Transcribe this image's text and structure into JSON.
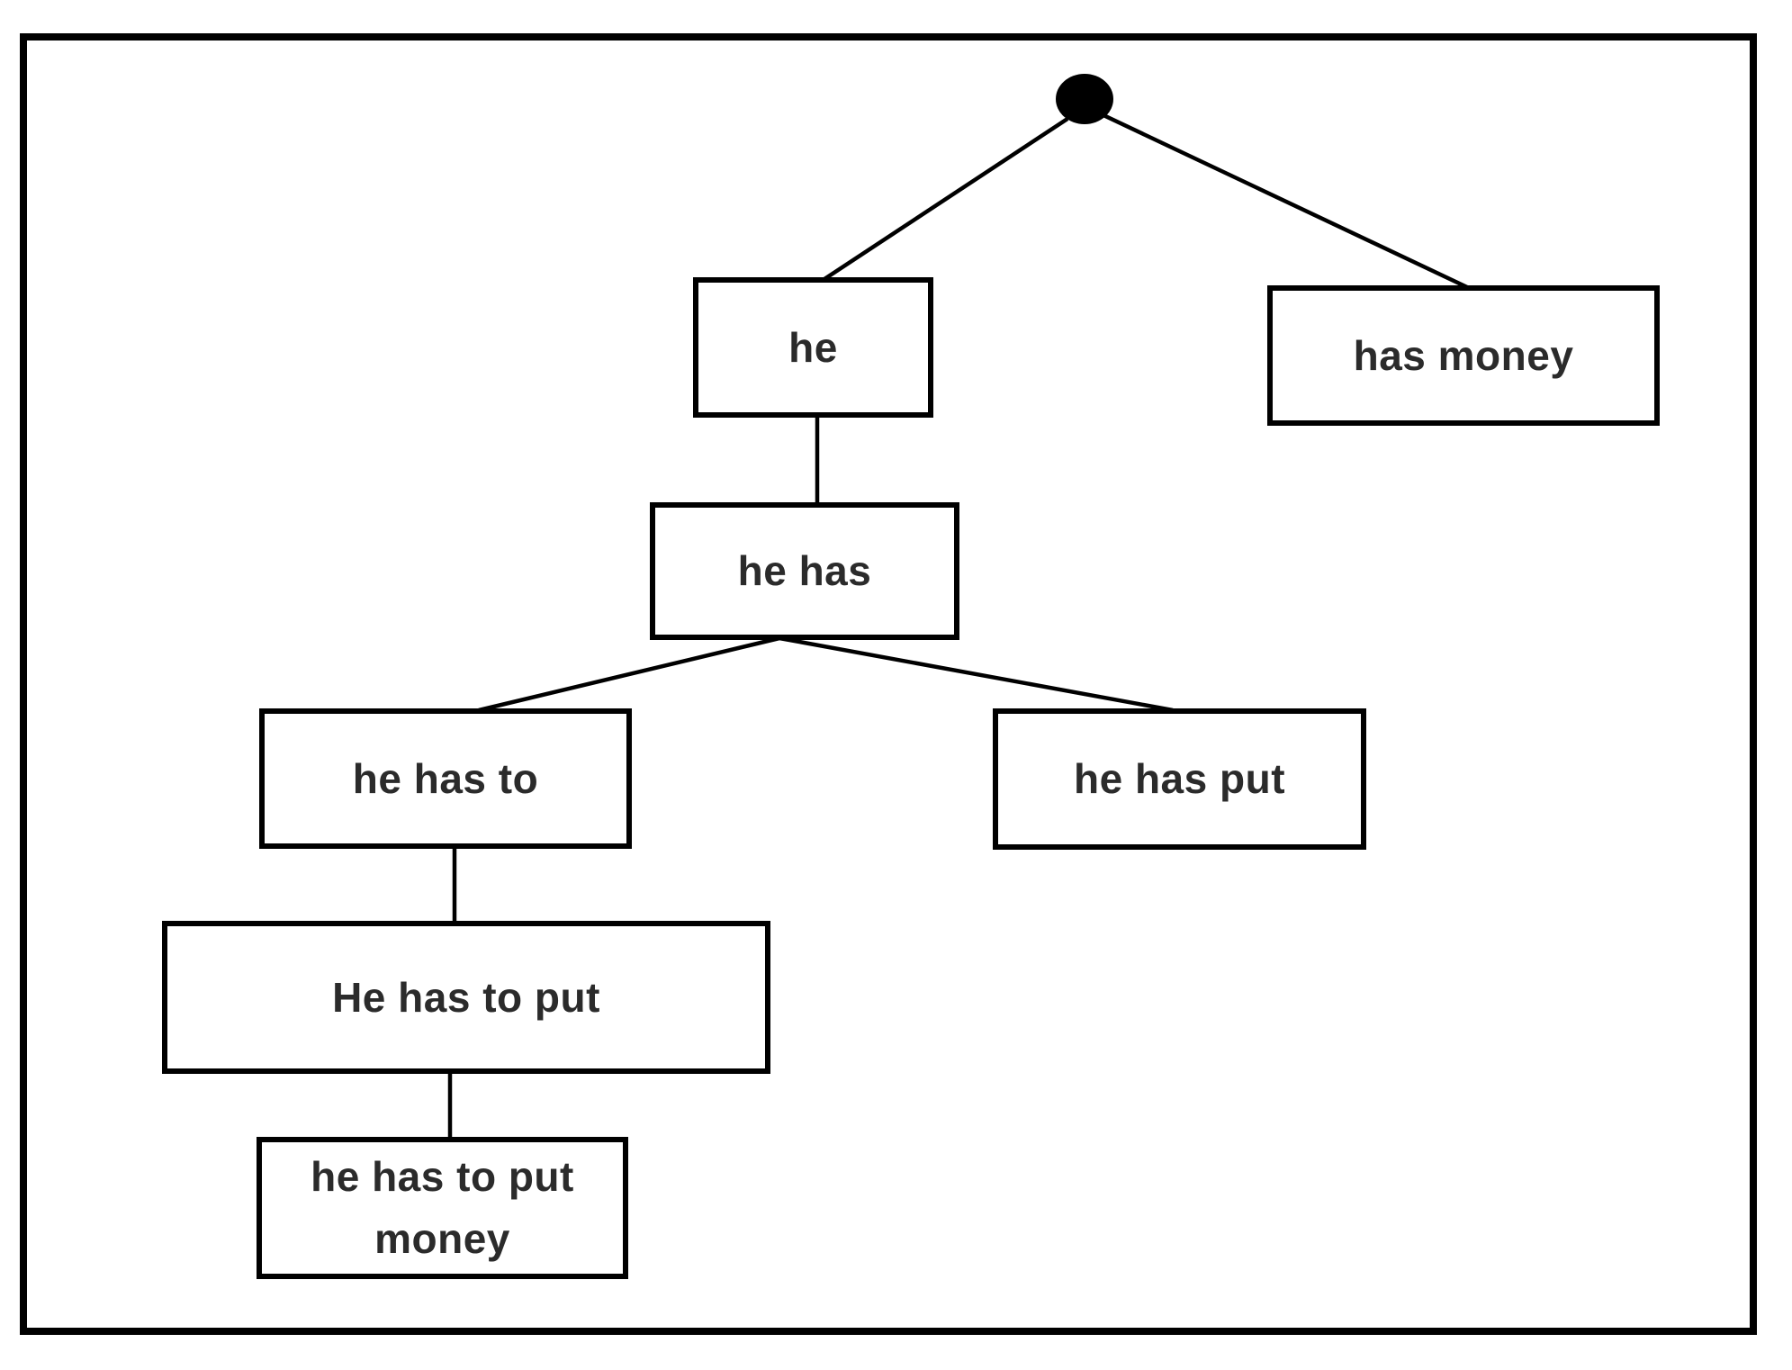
{
  "diagram": {
    "type": "tree",
    "background": "#ffffff",
    "frame_color": "#000000",
    "line_color": "#000000",
    "text_color": "#2b2b2b",
    "root": {
      "shape": "filled-circle",
      "color": "#000000"
    },
    "nodes": {
      "he": {
        "label": "he"
      },
      "has_money": {
        "label": "has money"
      },
      "he_has": {
        "label": "he has"
      },
      "he_has_to": {
        "label": "he has to"
      },
      "he_has_put": {
        "label": "he has put"
      },
      "he_has_to_put": {
        "label": "He has to put"
      },
      "he_has_to_put_money": {
        "label": "he has to put money",
        "line1": "he has to put",
        "line2": "money"
      }
    },
    "edges": [
      {
        "from": "root",
        "to": "he"
      },
      {
        "from": "root",
        "to": "has_money"
      },
      {
        "from": "he",
        "to": "he_has"
      },
      {
        "from": "he_has",
        "to": "he_has_to"
      },
      {
        "from": "he_has",
        "to": "he_has_put"
      },
      {
        "from": "he_has_to",
        "to": "he_has_to_put"
      },
      {
        "from": "he_has_to_put",
        "to": "he_has_to_put_money"
      }
    ]
  }
}
